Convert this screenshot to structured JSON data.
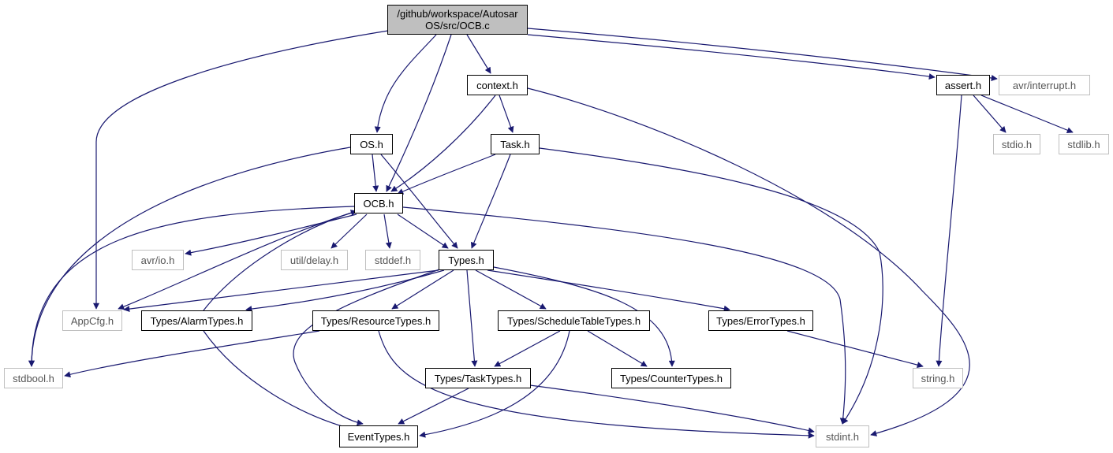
{
  "edge_color": "#191970",
  "nodes": {
    "root": {
      "line1": "/github/workspace/Autosar",
      "line2": "OS/src/OCB.c"
    },
    "context_h": "context.h",
    "assert_h": "assert.h",
    "avr_interrupt_h": "avr/interrupt.h",
    "os_h": "OS.h",
    "task_h": "Task.h",
    "stdio_h": "stdio.h",
    "stdlib_h": "stdlib.h",
    "ocb_h": "OCB.h",
    "avr_io_h": "avr/io.h",
    "util_delay_h": "util/delay.h",
    "stddef_h": "stddef.h",
    "types_h": "Types.h",
    "appcfg_h": "AppCfg.h",
    "alarm_types_h": "Types/AlarmTypes.h",
    "resource_types_h": "Types/ResourceTypes.h",
    "schedule_table_types_h": "Types/ScheduleTableTypes.h",
    "error_types_h": "Types/ErrorTypes.h",
    "stdbool_h": "stdbool.h",
    "task_types_h": "Types/TaskTypes.h",
    "counter_types_h": "Types/CounterTypes.h",
    "string_h": "string.h",
    "event_types_h": "EventTypes.h",
    "stdint_h": "stdint.h"
  }
}
